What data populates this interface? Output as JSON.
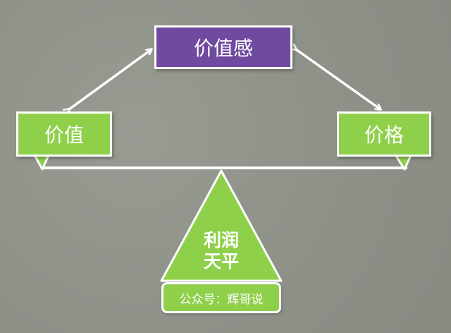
{
  "diagram": {
    "top_node": "价值感",
    "left_node": "价值",
    "right_node": "价格",
    "fulcrum_lines": [
      "利润",
      "天平"
    ],
    "footer": "公众号：辉哥说"
  },
  "colors": {
    "background": "#8f938a",
    "top_fill": "#6f4a9f",
    "side_fill": "#8fd04a",
    "fulcrum_fill": "#8fd04a",
    "stroke": "#ffffff"
  }
}
